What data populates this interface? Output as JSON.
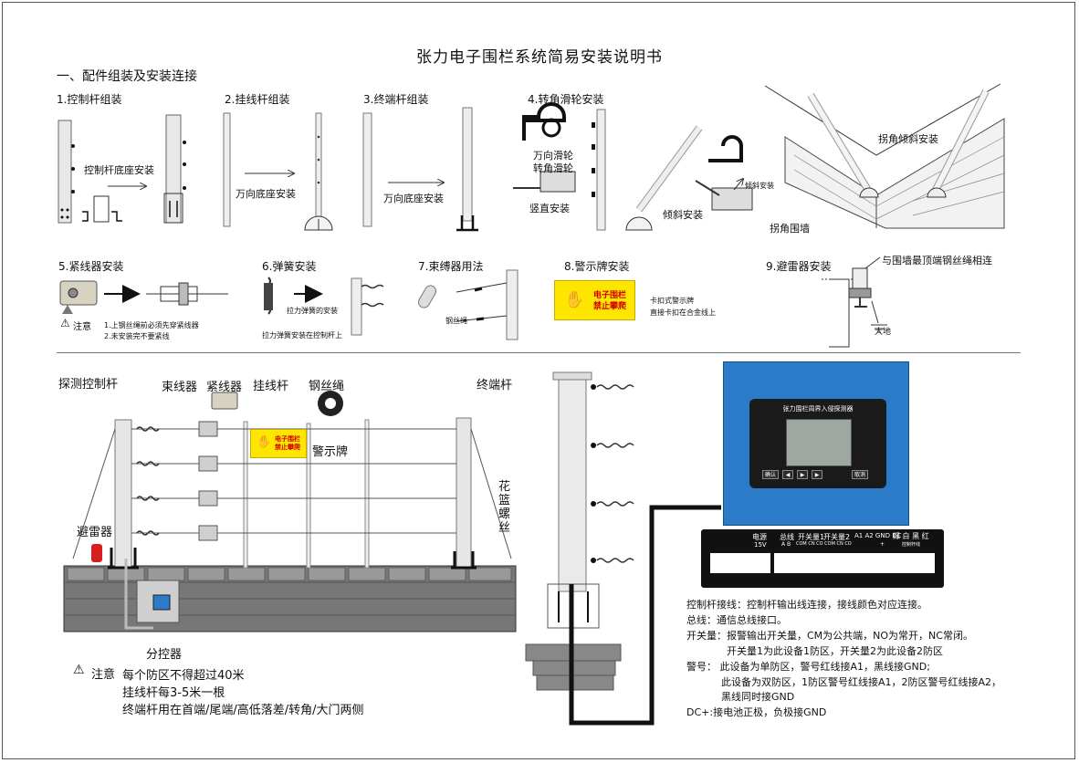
{
  "title": "张力电子围栏系统简易安装说明书",
  "section1": "一、配件组装及安装连接",
  "steps": {
    "s1": "1.控制杆组装",
    "s2": "2.挂线杆组装",
    "s3": "3.终端杆组装",
    "s4": "4.转角滑轮安装",
    "s5": "5.紧线器安装",
    "s6": "6.弹簧安装",
    "s7": "7.束缚器用法",
    "s8": "8.警示牌安装",
    "s9": "9.避雷器安装"
  },
  "labels": {
    "control_base": "控制杆底座安装",
    "universal_base_1": "万向底座安装",
    "universal_base_2": "万向底座安装",
    "universal_pulley": "万向滑轮",
    "corner_pulley": "转角滑轮",
    "vertical_install": "竖直安装",
    "tilt_install_small": "倾斜安装",
    "tilt_install": "倾斜安装",
    "corner_tilt_install": "拐角倾斜安装",
    "corner_wall": "拐角围墙",
    "lightning_connect": "与围墙最顶端钢丝绳相连",
    "ground": "大地",
    "notice": "注意",
    "tensioner_note_1": "1.上钢丝绳前必须先穿紧线器",
    "tensioner_note_2": "2.未安装完不要紧线",
    "spring_pull": "拉力弹簧的安装",
    "spring_note": "拉力弹簧安装在控制杆上",
    "steel_wire_small": "钢丝绳",
    "sign_clip": "卡扣式警示牌",
    "sign_clip_2": "直接卡扣在合金线上",
    "sign_text_1": "电子围栏",
    "sign_text_2": "禁止攀爬"
  },
  "diagram": {
    "detect_pole": "探测控制杆",
    "binder": "束线器",
    "tensioner": "紧线器",
    "hang_pole": "挂线杆",
    "steel_wire": "钢丝绳",
    "end_pole": "终端杆",
    "warning_sign": "警示牌",
    "turnbuckle": "花篮螺丝",
    "lightning": "避雷器",
    "sub_controller": "分控器"
  },
  "bottom_notes": {
    "label": "注意",
    "line1": "每个防区不得超过40米",
    "line2": "挂线杆每3-5米一根",
    "line3": "终端杆用在首端/尾端/高低落差/转角/大门两侧"
  },
  "controller": {
    "title": "张力围栏周界入侵探测器",
    "buttons": [
      "确认",
      "◀",
      "▶",
      "▶",
      "取消"
    ]
  },
  "terminal": {
    "power": "电源",
    "power_v": "15V",
    "bus": "总线",
    "bus_ab": "A  B",
    "switch1": "开关量1",
    "switch2": "开关量2",
    "switch_pins": "COM  CN  CO  COM  CN  CO",
    "alarm": "A1 A2 GND DC",
    "alarm_pm": "+",
    "colors": "绿 白 黑 红",
    "colors_sub": "控制杆线"
  },
  "wiring": {
    "line1": "控制杆接线：控制杆输出线连接，接线颜色对应连接。",
    "line2": "总线：通信总线接口。",
    "line3": "开关量：报警输出开关量，CM为公共端，NO为常开，NC常闭。",
    "line4": "开关量1为此设备1防区，开关量2为此设备2防区",
    "line5": "警号： 此设备为单防区，警号红线接A1，黑线接GND;",
    "line6": "此设备为双防区，1防区警号红线接A1，2防区警号红线接A2，",
    "line7": "黑线同时接GND",
    "line8": "DC+:接电池正极，负极接GND"
  },
  "colors": {
    "panel_blue": "#2b7bc8",
    "sign_yellow": "#ffe600",
    "sign_red": "#d20000"
  }
}
